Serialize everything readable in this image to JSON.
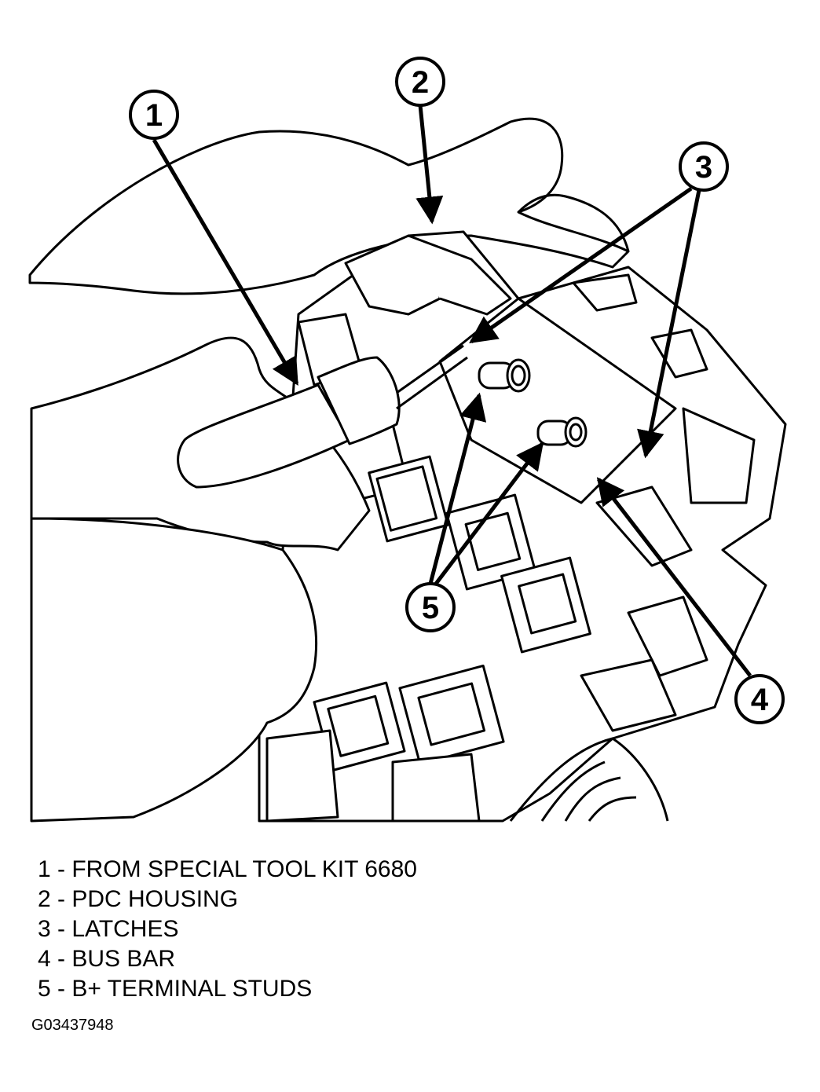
{
  "figure": {
    "callouts": [
      {
        "number": "1"
      },
      {
        "number": "2"
      },
      {
        "number": "3"
      },
      {
        "number": "4"
      },
      {
        "number": "5"
      }
    ],
    "legend": [
      "1 - FROM SPECIAL TOOL KIT 6680",
      "2 - PDC HOUSING",
      "3 - LATCHES",
      "4 - BUS BAR",
      "5 - B+ TERMINAL STUDS"
    ],
    "figure_id": "G03437948",
    "colors": {
      "ink": "#000000",
      "paper": "#ffffff"
    }
  }
}
